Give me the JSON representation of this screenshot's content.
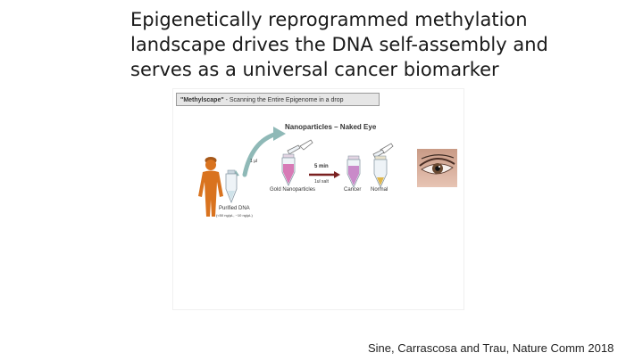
{
  "slide": {
    "title_lines": [
      "Epigenetically reprogrammed methylation",
      "landscape drives the DNA self-assembly and",
      "serves as a universal cancer biomarker"
    ],
    "citation": "Sine, Carrascosa and Trau, Nature Comm 2018"
  },
  "figure": {
    "header_bold": "\"Methylscape\"",
    "header_rest": " - Scanning the Entire Epigenome in a drop",
    "section_title": "Nanoparticles – Naked Eye",
    "volume_label": "1 µl",
    "time_label": "5 min",
    "salt_label": "1ul salt",
    "gold_label": "Gold Nanoparticles",
    "cancer_label": "Cancer",
    "normal_label": "Normal",
    "dna_label": "Purified DNA",
    "dna_sublabel": "(<50 ng/µL, ~10 ng/µL)",
    "colors": {
      "person": "#d9731f",
      "gold_np": "#d77ab6",
      "cancer": "#c98ac9",
      "normal": "#dfb64a",
      "arrow": "#8fb9b7",
      "tube": "#eef3f7"
    },
    "icons": [
      "person-icon",
      "tube-icon",
      "pipette-icon",
      "eye-icon",
      "arrow-icon"
    ]
  }
}
